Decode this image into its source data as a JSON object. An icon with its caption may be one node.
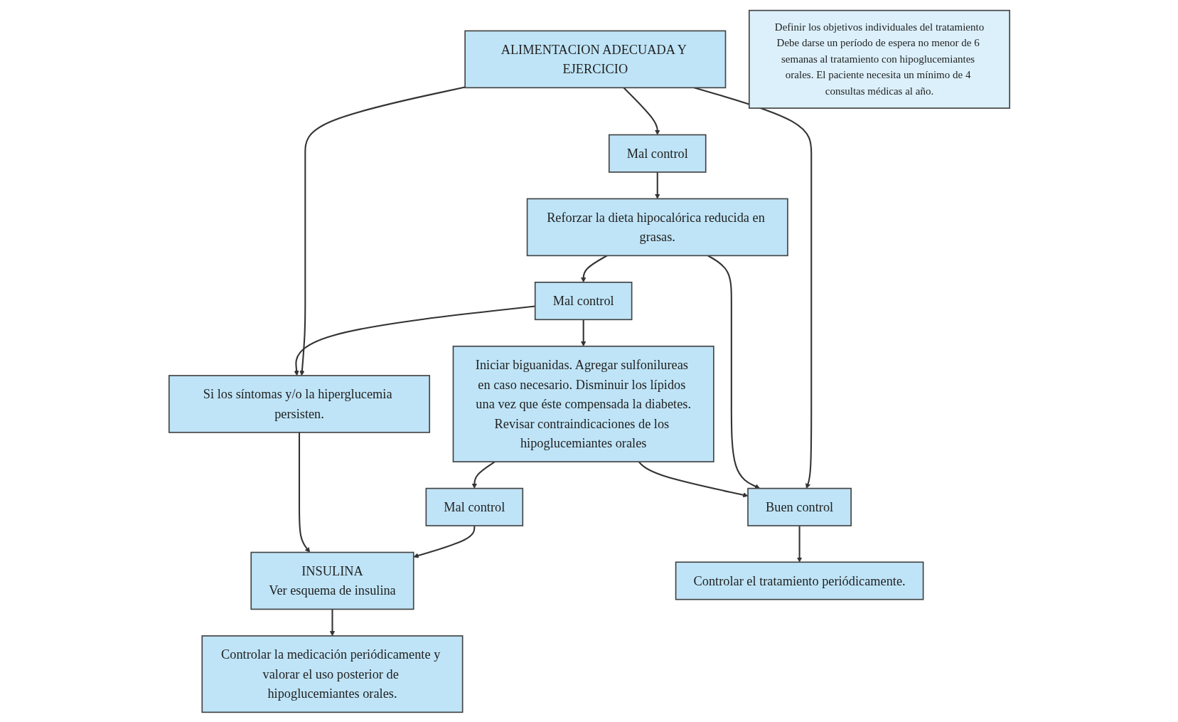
{
  "diagram": {
    "nodes": [
      {
        "text": [
          "ALIMENTACION ADECUADA Y EJERCICIO"
        ]
      },
      {
        "text": [
          "Mal control"
        ]
      },
      {
        "text": [
          "Reforzar la dieta hipocalórica reducida en grasas."
        ]
      },
      {
        "text": [
          "Mal control"
        ]
      },
      {
        "text": [
          "Si los síntomas y/o la hiperglucemia persisten."
        ]
      },
      {
        "text": [
          "Iniciar biguanidas. Agregar sulfonilureas en caso necesario. Disminuir los lípidos una vez que éste compensada la diabetes.",
          "Revisar contraindicaciones de los hipoglucemiantes orales"
        ]
      },
      {
        "text": [
          "Buen control"
        ]
      },
      {
        "text": [
          "Mal control"
        ]
      },
      {
        "text": [
          "INSULINA",
          "Ver esquema de insulina"
        ]
      },
      {
        "text": [
          "Controlar el tratamiento periódicamente."
        ]
      },
      {
        "text": [
          "Controlar la medicación periódicamente y valorar el uso posterior de hipoglucemiantes orales."
        ]
      },
      {
        "text": [
          "Definir los objetivos individuales del tratamiento",
          "Debe darse un período de espera no menor de 6 semanas al tratamiento con hipoglucemiantes orales. El paciente necesita un mínimo de 4 consultas médicas al año."
        ]
      }
    ],
    "edges": [
      {
        "from": 0,
        "to": 1,
        "arrow": "to"
      },
      {
        "from": 0,
        "to": 6,
        "arrow": "to"
      },
      {
        "from": 0,
        "to": 4,
        "arrow": "to"
      },
      {
        "from": 1,
        "to": 2,
        "arrow": "to"
      },
      {
        "from": 2,
        "to": 6,
        "arrow": "to"
      },
      {
        "from": 2,
        "to": 3,
        "arrow": "to"
      },
      {
        "from": 3,
        "to": 4,
        "arrow": "to"
      },
      {
        "from": 3,
        "to": 5,
        "arrow": "to"
      },
      {
        "from": 5,
        "to": 6,
        "arrow": "to"
      },
      {
        "from": 5,
        "to": 7,
        "arrow": "to"
      },
      {
        "from": 7,
        "to": 8,
        "arrow": "to"
      },
      {
        "from": 4,
        "to": 8,
        "arrow": "to"
      },
      {
        "from": 6,
        "to": 9,
        "arrow": "to"
      },
      {
        "from": 8,
        "to": 10,
        "arrow": "to"
      }
    ]
  }
}
